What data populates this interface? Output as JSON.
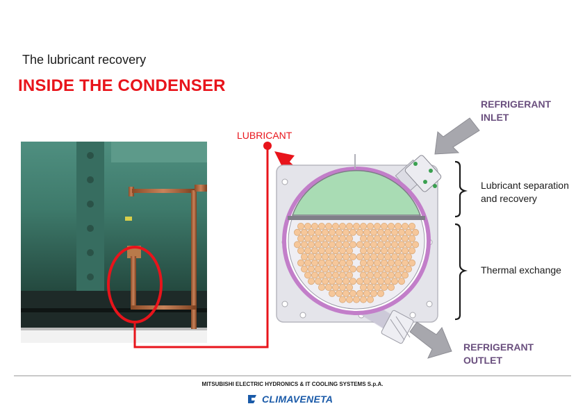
{
  "header": {
    "subtitle": "The lubricant recovery",
    "title": "INSIDE THE CONDENSER"
  },
  "labels": {
    "lubricant": "LUBRICANT",
    "inlet_line1": "REFRIGERANT",
    "inlet_line2": "INLET",
    "outlet_line1": "REFRIGERANT",
    "outlet_line2": "OUTLET",
    "separation_line1": "Lubricant separation",
    "separation_line2": "and recovery",
    "thermal": "Thermal exchange"
  },
  "footer": {
    "company": "MITSUBISHI ELECTRIC HYDRONICS & IT COOLING SYSTEMS S.p.A.",
    "brand": "CLIMAVENETA"
  },
  "colors": {
    "title": "#e8141b",
    "accent_purple": "#6a4f7e",
    "lubricant_zone": "#a9dcb4",
    "tube": "#f6c79a",
    "arrow_gray": "#a7a7ad",
    "brand_blue": "#1a5aa8"
  }
}
